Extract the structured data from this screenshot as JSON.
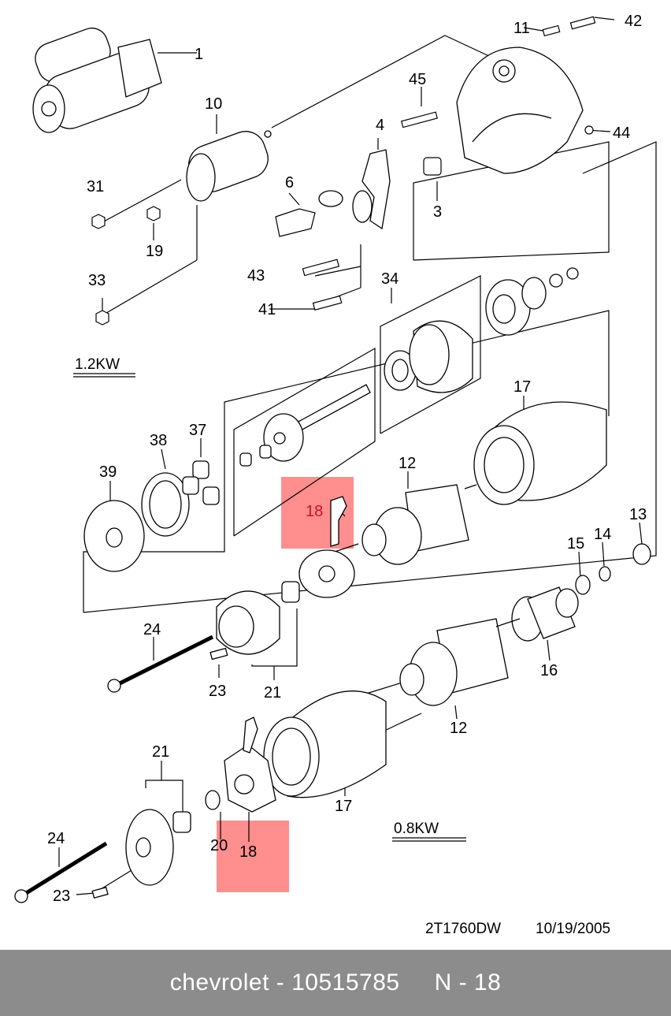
{
  "callouts": {
    "c1": "1",
    "c10": "10",
    "c11": "11",
    "c42": "42",
    "c45": "45",
    "c4": "4",
    "c44": "44",
    "c31": "31",
    "c6": "6",
    "c3": "3",
    "c19": "19",
    "c33": "33",
    "c43": "43",
    "c34": "34",
    "c41": "41",
    "c17a": "17",
    "c38": "38",
    "c37": "37",
    "c39": "39",
    "c12a": "12",
    "c18a": "18",
    "c13": "13",
    "c15": "15",
    "c14": "14",
    "c24a": "24",
    "c16": "16",
    "c23a": "23",
    "c21a": "21",
    "c12b": "12",
    "c21b": "21",
    "c17b": "17",
    "c24b": "24",
    "c20": "20",
    "c18b": "18",
    "c23b": "23"
  },
  "ratings": {
    "upper": "1.2KW",
    "lower": "0.8KW"
  },
  "doc_id": "2T1760DW",
  "doc_date": "10/19/2005",
  "footer": {
    "brand": "chevrolet",
    "sep": "-",
    "part_number": "10515785",
    "item": "N - 18"
  },
  "colors": {
    "highlight": "#ff6e6e",
    "footer_bg": "#8c8c8c",
    "callout_red": "#c8102e"
  }
}
